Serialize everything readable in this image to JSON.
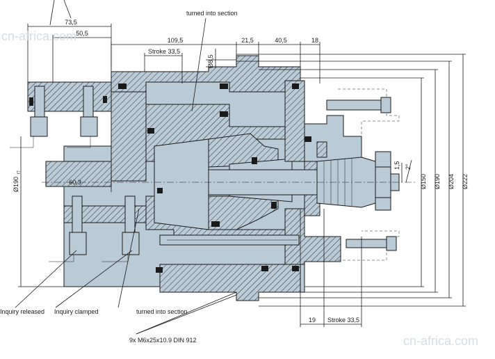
{
  "dimensions": {
    "d73_5": "73,5",
    "d50_5": "50,5",
    "d109_5": "109,5",
    "d21_5": "21,5",
    "d40_5": "40,5",
    "d18": "18",
    "stroke_top": "Stroke 33,5",
    "d8_5": "Ø8,5",
    "d60_3": "60,3",
    "d190f7": "Ø190",
    "d190f7_sub": "f7",
    "d1_5": "1,5",
    "d2deg": "2°",
    "d150": "Ø150",
    "d190": "Ø190",
    "d204": "Ø204",
    "d222": "Ø222",
    "d19": "19",
    "stroke_bottom": "Stroke 33,5"
  },
  "labels": {
    "turned_top": "turned into section",
    "turned_bottom": "turned into section",
    "inquiry_released": "Inquiry released",
    "inquiry_clamped": "Inquiry clamped",
    "screws": "9x M6x25x10.9 DIN 912"
  },
  "watermark": "cn-africa.com"
}
